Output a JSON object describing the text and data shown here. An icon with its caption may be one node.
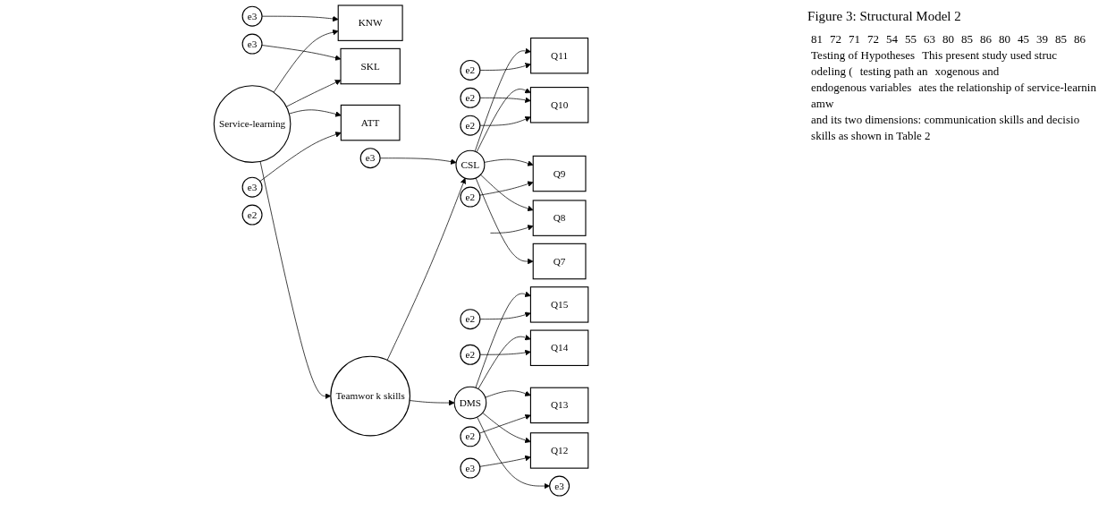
{
  "diagram": {
    "caption": "Figure 3: Structural Model 2",
    "nodes": [
      {
        "text": [
          "e3"
        ]
      },
      {
        "text": [
          "e3"
        ]
      },
      {
        "text": [
          "KNW"
        ]
      },
      {
        "text": [
          "SKL"
        ]
      },
      {
        "text": [
          "ATT"
        ]
      },
      {
        "text": [
          "Service-learning"
        ]
      },
      {
        "text": [
          "e3"
        ]
      },
      {
        "text": [
          "e3"
        ]
      },
      {
        "text": [
          "CSL"
        ]
      },
      {
        "text": [
          "Teamwor k skills"
        ]
      },
      {
        "text": [
          "DMS"
        ]
      },
      {
        "text": [
          "e3"
        ]
      },
      {
        "text": [
          "Q11"
        ]
      },
      {
        "text": [
          "Q10"
        ]
      },
      {
        "text": [
          "Q9"
        ]
      },
      {
        "text": [
          "Q8"
        ]
      },
      {
        "text": [
          "Q7"
        ]
      },
      {
        "text": [
          "e2"
        ]
      },
      {
        "text": [
          "e2"
        ]
      },
      {
        "text": [
          "e2"
        ]
      },
      {
        "text": [
          "e2"
        ]
      },
      {
        "text": [
          "e2"
        ]
      },
      {
        "text": [
          "Q15"
        ]
      },
      {
        "text": [
          "Q14"
        ]
      },
      {
        "text": [
          "Q13"
        ]
      },
      {
        "text": [
          "Q12"
        ]
      },
      {
        "text": [
          "e2"
        ]
      },
      {
        "text": [
          "e2"
        ]
      },
      {
        "text": [
          "e2"
        ]
      },
      {
        "text": [
          "e3"
        ]
      }
    ],
    "edges": [
      {
        "from": 0,
        "to": 2,
        "arrow": "to"
      },
      {
        "from": 1,
        "to": 3,
        "arrow": "to"
      },
      {
        "from": 5,
        "to": 2,
        "arrow": "to"
      },
      {
        "from": 5,
        "to": 3,
        "arrow": "to"
      },
      {
        "from": 5,
        "to": 4,
        "arrow": "to"
      },
      {
        "from": 6,
        "to": 4,
        "arrow": "to"
      },
      {
        "from": 5,
        "to": 9,
        "arrow": "to"
      },
      {
        "from": 7,
        "to": 8,
        "arrow": "to"
      },
      {
        "from": 9,
        "to": 8,
        "arrow": "to"
      },
      {
        "from": 9,
        "to": 10,
        "arrow": "to"
      },
      {
        "from": 8,
        "to": 12,
        "arrow": "to"
      },
      {
        "from": 8,
        "to": 13,
        "arrow": "to"
      },
      {
        "from": 8,
        "to": 14,
        "arrow": "to"
      },
      {
        "from": 8,
        "to": 15,
        "arrow": "to"
      },
      {
        "from": 8,
        "to": 16,
        "arrow": "to"
      },
      {
        "from": 17,
        "to": 12,
        "arrow": "to"
      },
      {
        "from": 18,
        "to": 13,
        "arrow": "to"
      },
      {
        "from": 19,
        "to": 13,
        "arrow": "to"
      },
      {
        "from": 20,
        "to": 14,
        "arrow": "to"
      },
      {
        "from": null,
        "to": 15,
        "arrow": "to"
      },
      {
        "from": 10,
        "to": 22,
        "arrow": "to"
      },
      {
        "from": 10,
        "to": 23,
        "arrow": "to"
      },
      {
        "from": 10,
        "to": 24,
        "arrow": "to"
      },
      {
        "from": 10,
        "to": 25,
        "arrow": "to"
      },
      {
        "from": 10,
        "to": 11,
        "arrow": "to"
      },
      {
        "from": 26,
        "to": 22,
        "arrow": "to"
      },
      {
        "from": 27,
        "to": 23,
        "arrow": "to"
      },
      {
        "from": 28,
        "to": 24,
        "arrow": "to"
      },
      {
        "from": 29,
        "to": 25,
        "arrow": "to"
      }
    ],
    "labels": [
      "81",
      "72",
      "71",
      "72",
      "54",
      "55",
      "63",
      "80",
      "85",
      "86",
      "80",
      "45",
      "39",
      "85",
      "86",
      "Testing of Hypotheses",
      "This present study used struc",
      "odeling (",
      "testing path an",
      "xogenous and",
      "endogenous variables",
      "ates the relationship of service-learnin",
      "amw",
      "and its two dimensions: communication skills and decisio",
      "skills as shown in Table 2"
    ]
  }
}
